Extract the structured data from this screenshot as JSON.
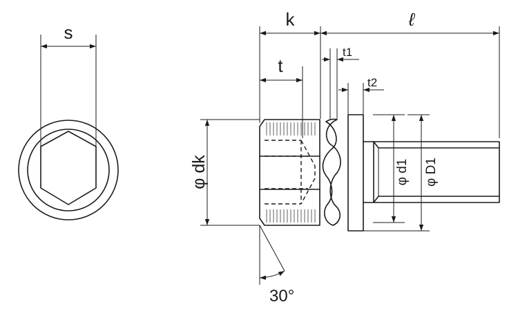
{
  "dimensions": {
    "s": "s",
    "k": "k",
    "l": "ℓ",
    "t": "t",
    "t1": "t1",
    "t2": "t2",
    "dk": "φ dk",
    "d1": "φ d1",
    "D1": "φ D1",
    "angle": "30°"
  }
}
